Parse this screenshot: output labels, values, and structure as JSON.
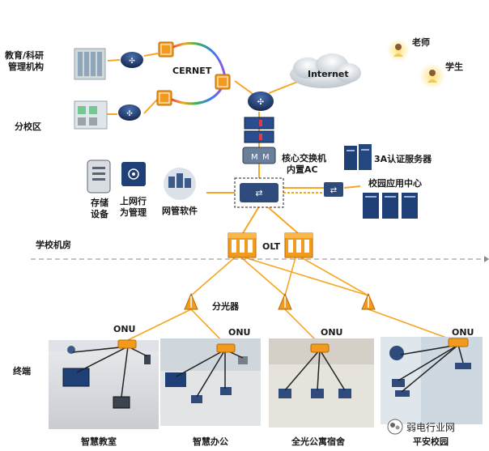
{
  "labels": {
    "edu_admin": "教育/科研\n管理机构",
    "branch_campus": "分校区",
    "cernet": "CERNET",
    "internet": "Internet",
    "teacher": "老师",
    "student": "学生",
    "core_switch": "核心交换机\n内置AC",
    "aaa_server": "3A认证服务器",
    "campus_app_center": "校园应用中心",
    "storage": "存储\n设备",
    "behavior_mgmt": "上网行\n为管理",
    "nms_software": "网管软件",
    "olt": "OLT",
    "school_room": "学校机房",
    "splitter": "分光器",
    "terminal": "终端",
    "onu": "ONU",
    "smart_classroom": "智慧教室",
    "smart_office": "智慧办公",
    "dorm": "全光公寓宿舍",
    "safe_campus": "平安校园",
    "watermark": "弱电行业网"
  },
  "colors": {
    "fiber": "#f5a623",
    "link": "#2b2b2b",
    "router_blue": "#1f3f77",
    "olt_orange": "#f29a1e",
    "dashed": "#888888"
  }
}
